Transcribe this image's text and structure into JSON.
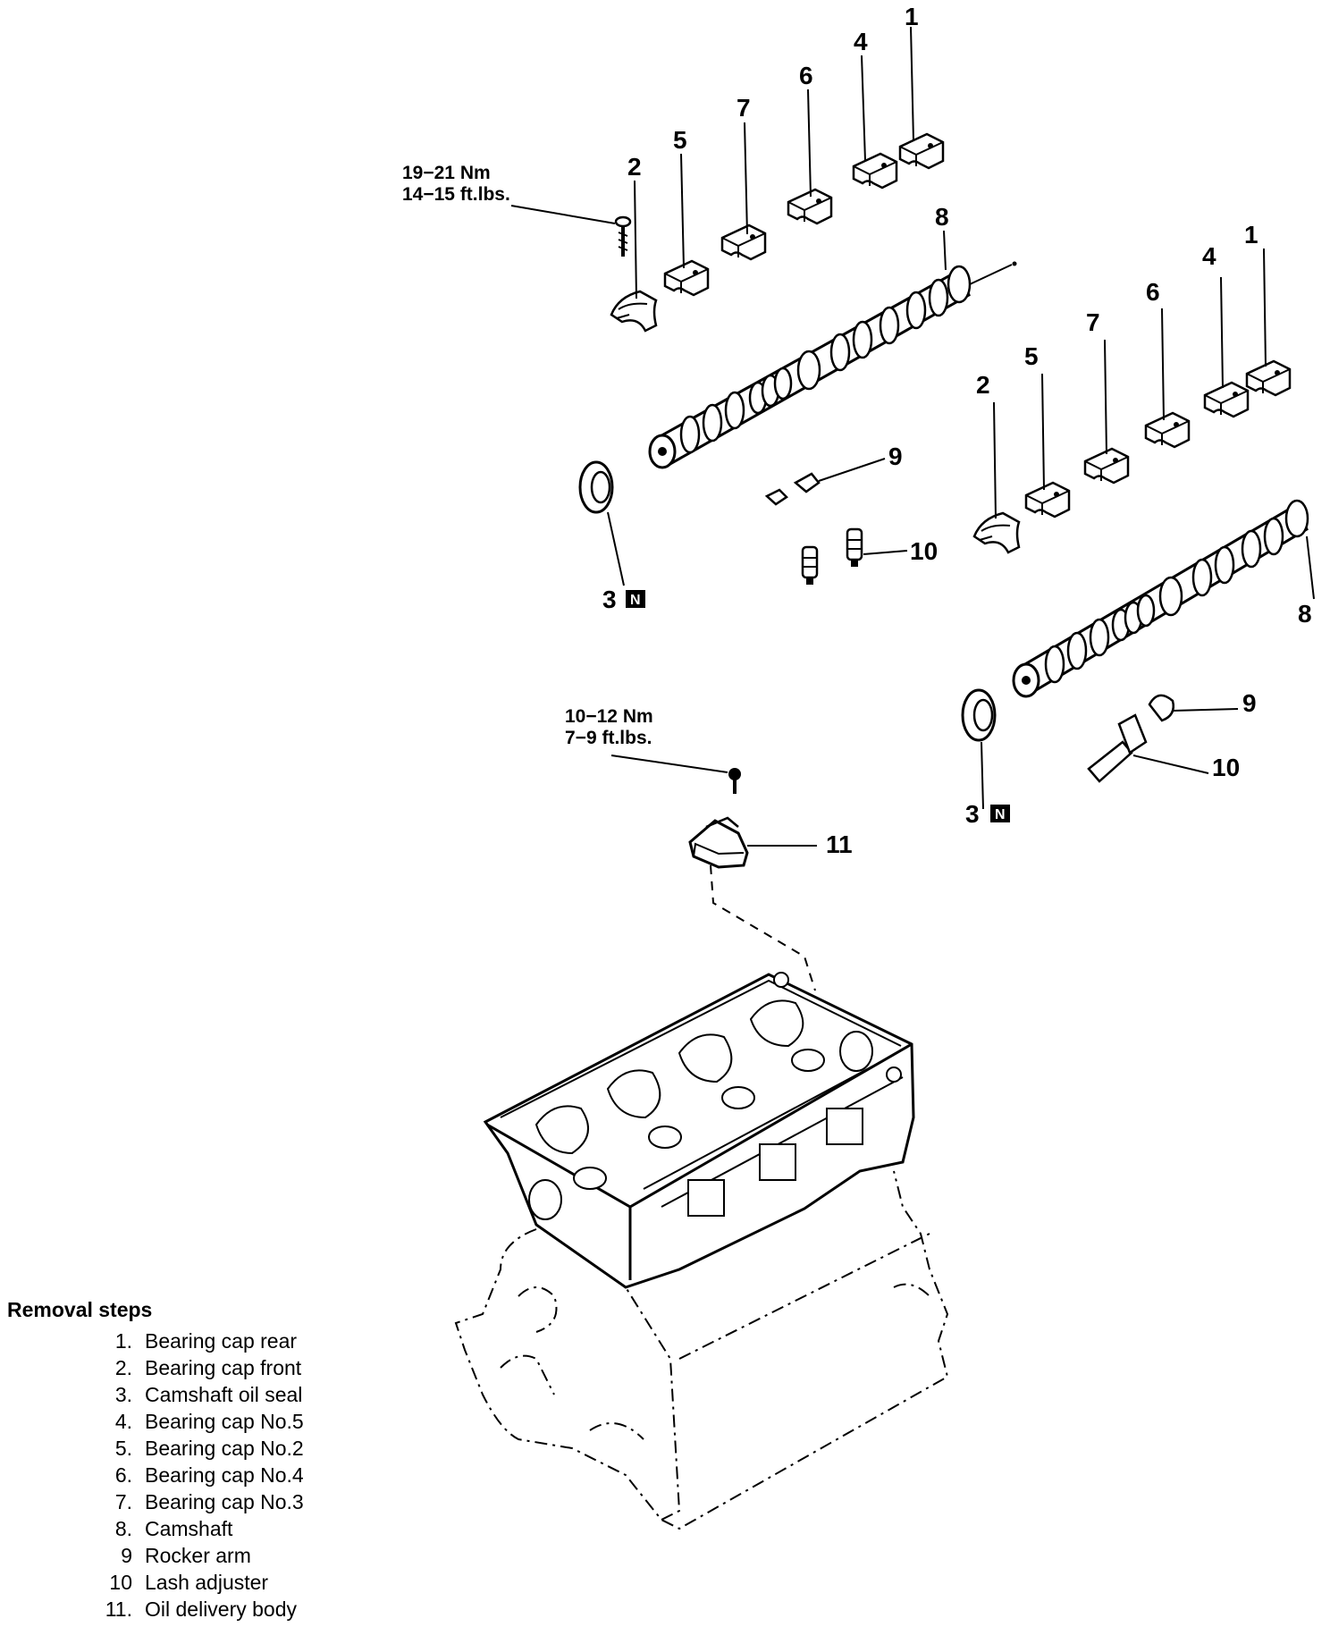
{
  "callouts": {
    "upper": {
      "c1": "1",
      "c2": "2",
      "c3": "3",
      "c4": "4",
      "c5": "5",
      "c6": "6",
      "c7": "7",
      "c8": "8",
      "c9": "9",
      "c10": "10"
    },
    "lower": {
      "c1": "1",
      "c2": "2",
      "c3": "3",
      "c4": "4",
      "c5": "5",
      "c6": "6",
      "c7": "7",
      "c8": "8",
      "c9": "9",
      "c10": "10"
    },
    "c11": "11",
    "new_part_mark": "N"
  },
  "torque_specs": {
    "camshaft_cap_bolt": {
      "nm": "19−21 Nm",
      "ftlbs": "14−15 ft.lbs."
    },
    "oil_delivery_bolt": {
      "nm": "10−12 Nm",
      "ftlbs": "7−9 ft.lbs."
    }
  },
  "legend": {
    "title": "Removal steps",
    "items": [
      {
        "num": "1.",
        "text": "Bearing cap rear"
      },
      {
        "num": "2.",
        "text": "Bearing cap front"
      },
      {
        "num": "3.",
        "text": "Camshaft oil seal"
      },
      {
        "num": "4.",
        "text": "Bearing cap No.5"
      },
      {
        "num": "5.",
        "text": "Bearing cap No.2"
      },
      {
        "num": "6.",
        "text": "Bearing cap No.4"
      },
      {
        "num": "7.",
        "text": "Bearing cap No.3"
      },
      {
        "num": "8.",
        "text": "Camshaft"
      },
      {
        "num": "9",
        "text": "Rocker arm"
      },
      {
        "num": "10",
        "text": "Lash adjuster"
      },
      {
        "num": "11.",
        "text": "Oil delivery body"
      }
    ]
  }
}
